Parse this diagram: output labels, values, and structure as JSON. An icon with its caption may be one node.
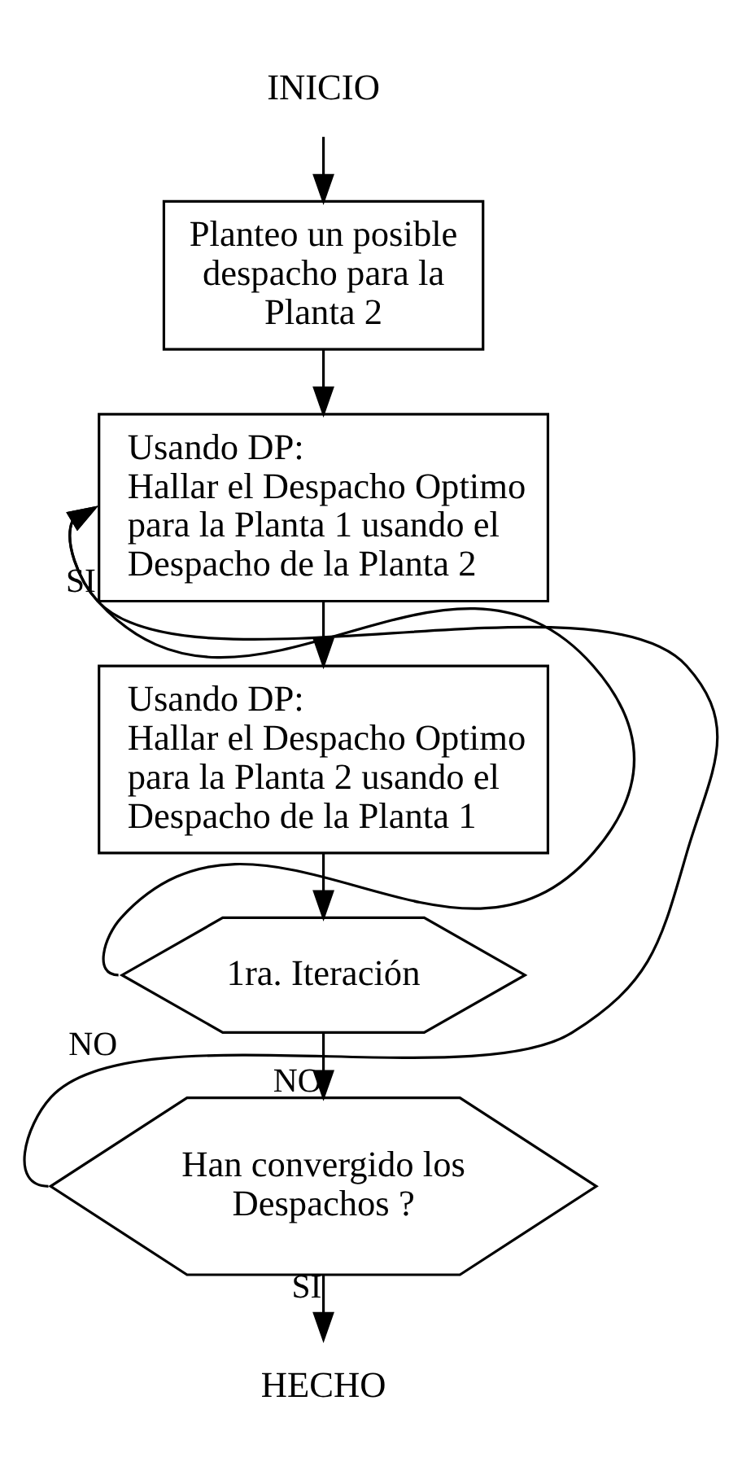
{
  "diagram": {
    "nodes": [
      {
        "text": [
          "INICIO"
        ]
      },
      {
        "text": [
          "Planteo un posible despacho para la Planta 2"
        ]
      },
      {
        "text": [
          "Usando DP:",
          "Hallar el Despacho Optimo para la Planta 1 usando el Despacho de la Planta 2"
        ]
      },
      {
        "text": [
          "Usando DP:",
          "Hallar el Despacho Optimo para la Planta 2 usando el Despacho de la Planta 1"
        ]
      },
      {
        "text": [
          "1ra. Iteración"
        ]
      },
      {
        "text": [
          "Han convergido los Despachos ?"
        ]
      },
      {
        "text": [
          "HECHO"
        ]
      }
    ],
    "edges": [
      {
        "from": 0,
        "to": 1,
        "arrow": "to"
      },
      {
        "from": 1,
        "to": 2,
        "arrow": "to"
      },
      {
        "from": 2,
        "to": 3,
        "arrow": "to"
      },
      {
        "from": 3,
        "to": 4,
        "arrow": "to"
      },
      {
        "from": 4,
        "to": 2,
        "arrow": "to",
        "label": "SI"
      },
      {
        "from": 4,
        "to": 5,
        "arrow": "to",
        "label": "NO"
      },
      {
        "from": 5,
        "to": 2,
        "arrow": "to",
        "label": "NO"
      },
      {
        "from": 5,
        "to": 6,
        "arrow": "to",
        "label": "SI"
      }
    ]
  }
}
